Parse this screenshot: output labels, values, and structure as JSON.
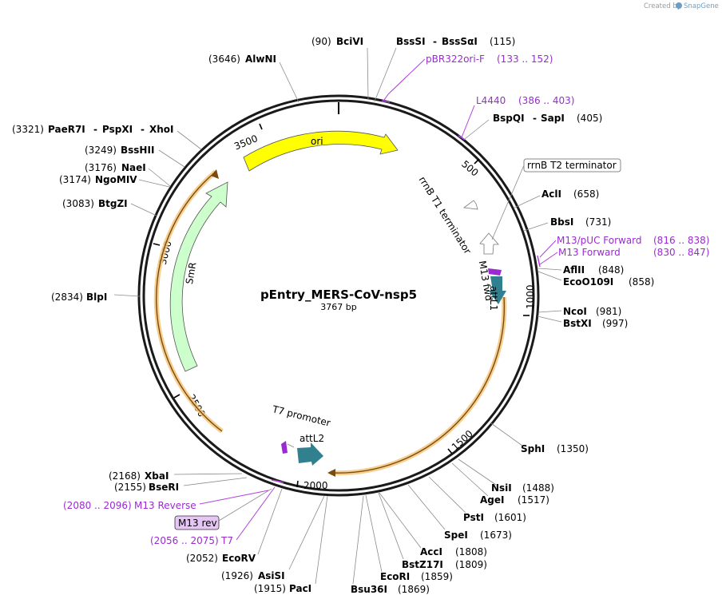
{
  "credit": {
    "prefix": "Created by",
    "brand": "SnapGene"
  },
  "plasmid": {
    "name": "pEntry_MERS-CoV-nsp5",
    "length_label": "3767 bp"
  },
  "ring_ticks": [
    "500",
    "1000",
    "1500",
    "2000",
    "2500",
    "3000",
    "3500"
  ],
  "features": {
    "ori": "ori",
    "smr": "SmR",
    "rrnb_t1": "rrnB T1 terminator",
    "rrnb_t2": "rrnB T2 terminator",
    "m13_fwd": "M13 fwd",
    "attl1": "attL1",
    "t7_promoter": "T7 promoter",
    "attl2": "attL2",
    "m13_rev": "M13 rev"
  },
  "sites": [
    {
      "name": "BciVI",
      "pos": "(90)"
    },
    {
      "name": "BssSI",
      "name2": "BssSαI",
      "pos": "(115)"
    },
    {
      "name": "BspQI",
      "name2": "SapI",
      "pos": "(405)"
    },
    {
      "name": "AclI",
      "pos": "(658)"
    },
    {
      "name": "BbsI",
      "pos": "(731)"
    },
    {
      "name": "AflII",
      "pos": "(848)"
    },
    {
      "name": "EcoO109I",
      "pos": "(858)"
    },
    {
      "name": "NcoI",
      "pos": "(981)"
    },
    {
      "name": "BstXI",
      "pos": "(997)"
    },
    {
      "name": "SphI",
      "pos": "(1350)"
    },
    {
      "name": "NsiI",
      "pos": "(1488)"
    },
    {
      "name": "AgeI",
      "pos": "(1517)"
    },
    {
      "name": "PstI",
      "pos": "(1601)"
    },
    {
      "name": "SpeI",
      "pos": "(1673)"
    },
    {
      "name": "AccI",
      "pos": "(1808)"
    },
    {
      "name": "BstZ17I",
      "pos": "(1809)"
    },
    {
      "name": "EcoRI",
      "pos": "(1859)"
    },
    {
      "name": "Bsu36I",
      "pos": "(1869)"
    },
    {
      "name": "PacI",
      "pos": "(1915)"
    },
    {
      "name": "AsiSI",
      "pos": "(1926)"
    },
    {
      "name": "EcoRV",
      "pos": "(2052)"
    },
    {
      "name": "BseRI",
      "pos": "(2155)"
    },
    {
      "name": "XbaI",
      "pos": "(2168)"
    },
    {
      "name": "BlpI",
      "pos": "(2834)"
    },
    {
      "name": "BtgZI",
      "pos": "(3083)"
    },
    {
      "name": "NgoMIV",
      "pos": "(3174)"
    },
    {
      "name": "NaeI",
      "pos": "(3176)"
    },
    {
      "name": "BssHII",
      "pos": "(3249)"
    },
    {
      "name": "PaeR7I",
      "name2": "PspXI",
      "name3": "XhoI",
      "pos": "(3321)"
    },
    {
      "name": "AlwNI",
      "pos": "(3646)"
    }
  ],
  "primers": [
    {
      "name": "pBR322ori-F",
      "range": "(133 .. 152)"
    },
    {
      "name": "L4440",
      "range": "(386 .. 403)"
    },
    {
      "name": "M13/pUC Forward",
      "range": "(816 .. 838)"
    },
    {
      "name": "M13 Forward",
      "range": "(830 .. 847)"
    },
    {
      "name": "M13 Reverse",
      "range": "(2080 .. 2096)"
    },
    {
      "name": "T7",
      "range": "(2056 .. 2075)"
    }
  ],
  "colors": {
    "ori": "#ffff00",
    "smr": "#ccffcc",
    "att": "#31808f",
    "primer": "#9a2bd1",
    "orf_highlight": "#f5c67a",
    "orf_line": "#d98a1a",
    "m13_rev_box": "#e6c6f5"
  }
}
